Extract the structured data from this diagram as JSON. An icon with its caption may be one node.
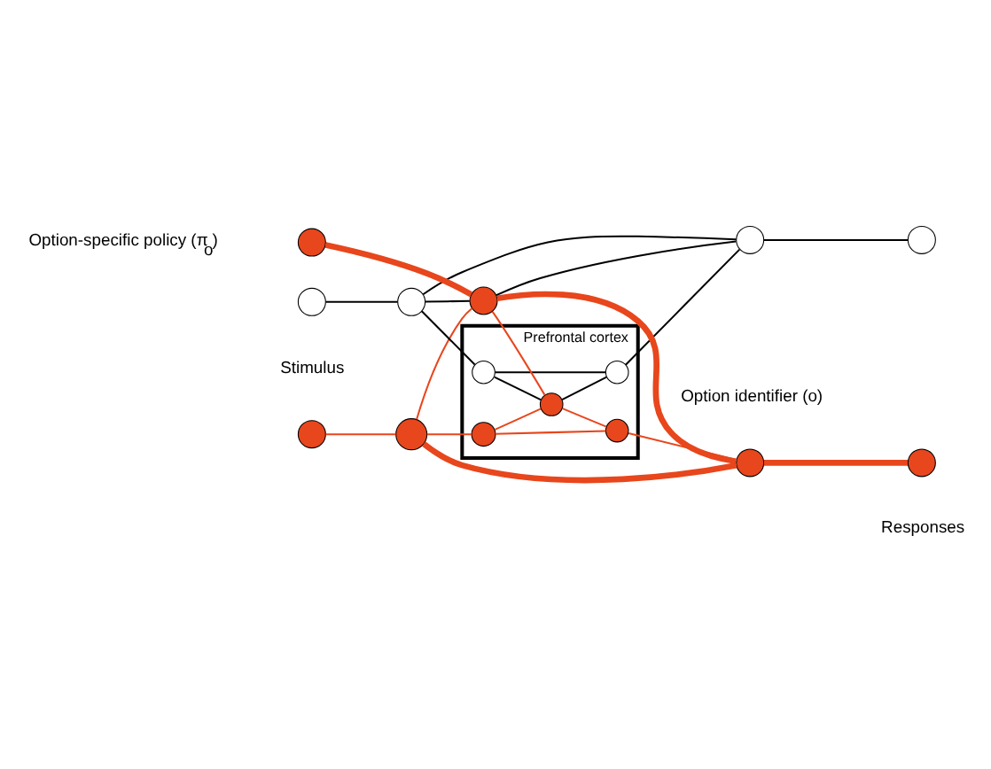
{
  "diagram": {
    "nodes": [
      {
        "text": [
          "Prefrontal cortex"
        ]
      },
      {
        "text": [],
        "shape": "circle",
        "in": 0
      },
      {
        "text": [],
        "shape": "circle",
        "in": 0
      },
      {
        "text": [],
        "shape": "circle",
        "in": 0
      },
      {
        "text": [],
        "shape": "circle",
        "in": 0
      },
      {
        "text": [],
        "shape": "circle",
        "in": 0
      },
      {
        "text": [],
        "shape": "circle"
      },
      {
        "text": [],
        "shape": "circle"
      },
      {
        "text": [],
        "shape": "circle"
      },
      {
        "text": [],
        "shape": "circle"
      },
      {
        "text": [],
        "shape": "circle"
      },
      {
        "text": [],
        "shape": "circle"
      },
      {
        "text": [],
        "shape": "circle"
      },
      {
        "text": [],
        "shape": "circle"
      },
      {
        "text": [],
        "shape": "circle"
      },
      {
        "text": [],
        "shape": "circle"
      }
    ],
    "edges": [
      {
        "from": 6,
        "to": 7,
        "arrow": "none"
      },
      {
        "from": 7,
        "to": 1,
        "arrow": "none"
      },
      {
        "from": 7,
        "to": 11,
        "arrow": "none"
      },
      {
        "from": 7,
        "to": 12,
        "arrow": "none",
        "style": "thick"
      },
      {
        "from": 9,
        "to": 8,
        "arrow": "none",
        "color": "#000000"
      },
      {
        "from": 10,
        "to": 11,
        "arrow": "none",
        "style": "thick"
      },
      {
        "from": 8,
        "to": 2,
        "arrow": "none",
        "color": "#000000"
      },
      {
        "from": 8,
        "to": 11,
        "arrow": "none",
        "color": "#000000"
      },
      {
        "from": 8,
        "to": 14,
        "arrow": "none",
        "color": "#000000"
      },
      {
        "from": 1,
        "to": 3,
        "arrow": "none"
      },
      {
        "from": 1,
        "to": 4,
        "arrow": "none"
      },
      {
        "from": 2,
        "to": 3,
        "arrow": "none",
        "color": "#000000"
      },
      {
        "from": 2,
        "to": 5,
        "arrow": "none",
        "color": "#000000"
      },
      {
        "from": 3,
        "to": 4,
        "arrow": "none"
      },
      {
        "from": 3,
        "to": 5,
        "arrow": "none",
        "color": "#000000"
      },
      {
        "from": 11,
        "to": 3,
        "arrow": "none"
      },
      {
        "from": 4,
        "to": 12,
        "arrow": "none"
      },
      {
        "from": 5,
        "to": 14,
        "arrow": "none",
        "color": "#000000"
      },
      {
        "from": 11,
        "to": 12,
        "arrow": "none",
        "style": "thick"
      },
      {
        "from": 11,
        "to": 14,
        "arrow": "none",
        "color": "#000000"
      },
      {
        "from": 12,
        "to": 13,
        "arrow": "none",
        "style": "thick"
      },
      {
        "from": 14,
        "to": 15,
        "arrow": "none",
        "color": "#000000"
      }
    ],
    "labels": [
      "Option identifier (o)",
      "Stimulus",
      "Responses",
      "Option-specific policy (π$_{o}$)"
    ]
  }
}
